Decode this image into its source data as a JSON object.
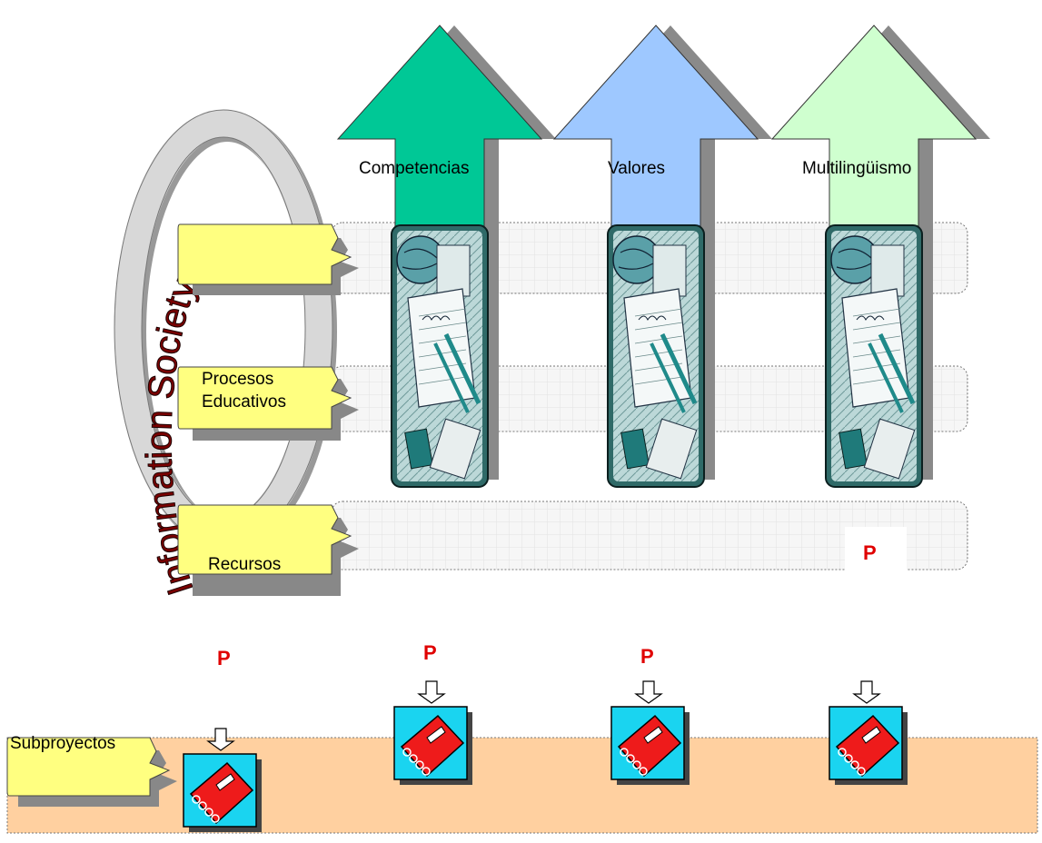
{
  "columns": [
    {
      "label": "Competencias",
      "color": "#00c896"
    },
    {
      "label": "Valores",
      "color": "#9ec8ff"
    },
    {
      "label": "Multilingüismo",
      "color": "#cfffcf"
    }
  ],
  "rows": [
    {
      "label": ""
    },
    {
      "label_lines": [
        "Procesos",
        "Educativos"
      ]
    },
    {
      "label": "Recursos"
    }
  ],
  "ring_label": "Information Society",
  "p_marker": "P",
  "subprojects": {
    "label": "Subproyectos"
  },
  "icons": {
    "column_picture": "notepad-globe-pencils-icon",
    "subproject": "red-notebook-icon",
    "arrow": "down-arrow-icon"
  },
  "colors": {
    "callout": "#ffff80",
    "base_band": "#ffd0a0",
    "band": "#f4f4f4"
  }
}
